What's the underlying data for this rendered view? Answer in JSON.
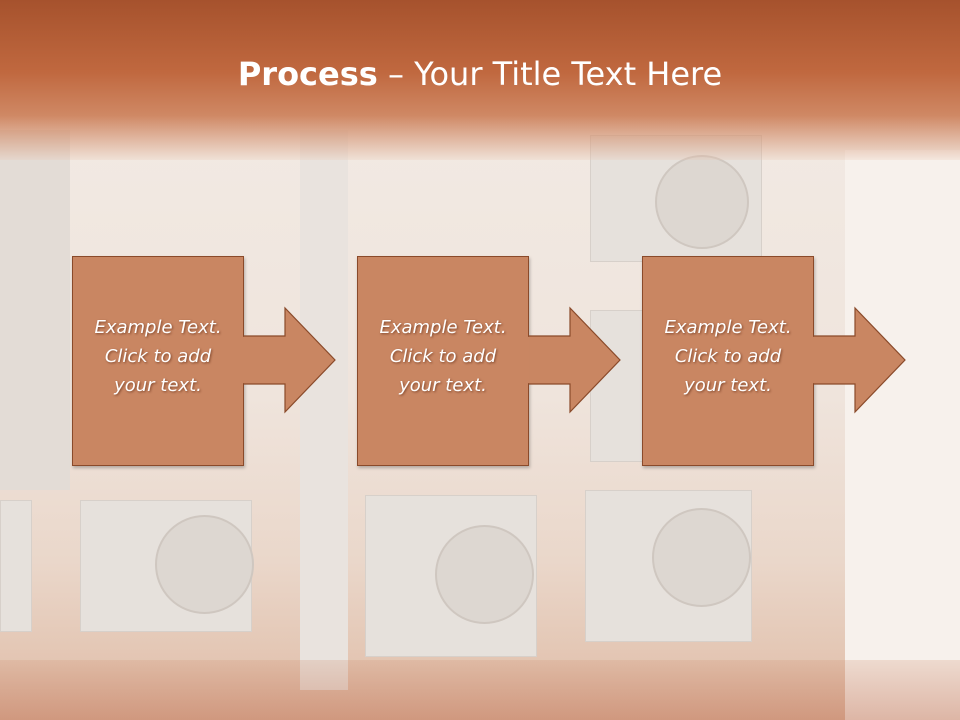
{
  "slide": {
    "title_bold": "Process",
    "title_rest": " – Your Title Text Here"
  },
  "steps": [
    {
      "line1": "Example Text.",
      "line2": "Click  to add",
      "line3": "your text."
    },
    {
      "line1": "Example Text.",
      "line2": "Click  to add",
      "line3": "your text."
    },
    {
      "line1": "Example Text.",
      "line2": "Click  to add",
      "line3": "your text."
    }
  ],
  "colors": {
    "title_band": "#b85a32",
    "box_fill": "#c98662",
    "box_border": "#8a4a2a",
    "text": "#ffffff"
  }
}
